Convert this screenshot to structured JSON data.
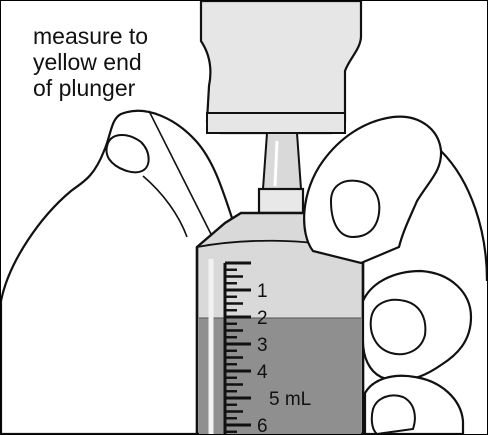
{
  "caption": {
    "line1": "measure to",
    "line2": "yellow end",
    "line3": "of plunger"
  },
  "scale": {
    "labels": [
      "1",
      "2",
      "3",
      "4",
      "5 mL",
      "6"
    ]
  },
  "colors": {
    "outline": "#111111",
    "syringe_empty": "#d9d9d9",
    "liquid": "#8f8f8f",
    "bottle": "#e6e6e6",
    "background": "#ffffff"
  }
}
